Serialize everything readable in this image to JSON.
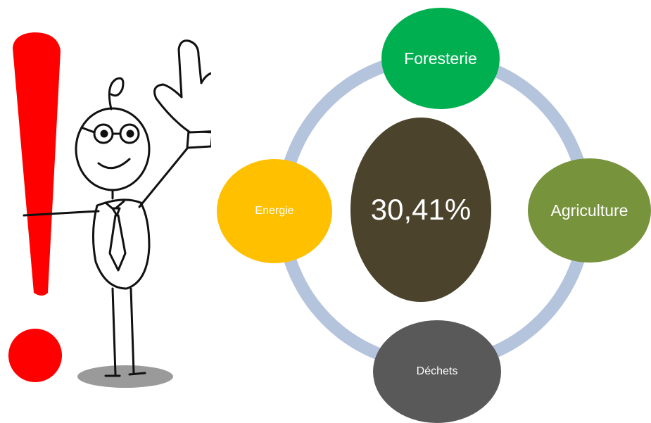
{
  "diagram": {
    "center_value": "30,41%",
    "nodes": {
      "top": "Foresterie",
      "right": "Agriculture",
      "bottom": "Déchets",
      "left": "Energie"
    },
    "colors": {
      "center": "#4b432c",
      "top": "#00b050",
      "right": "#77933c",
      "bottom": "#595959",
      "left": "#ffc000",
      "ring": "#b4c4dc"
    }
  },
  "illustration": {
    "description_icon": "cartoon-man-pointing-with-exclamation-mark",
    "exclamation_color": "#ff0000"
  }
}
